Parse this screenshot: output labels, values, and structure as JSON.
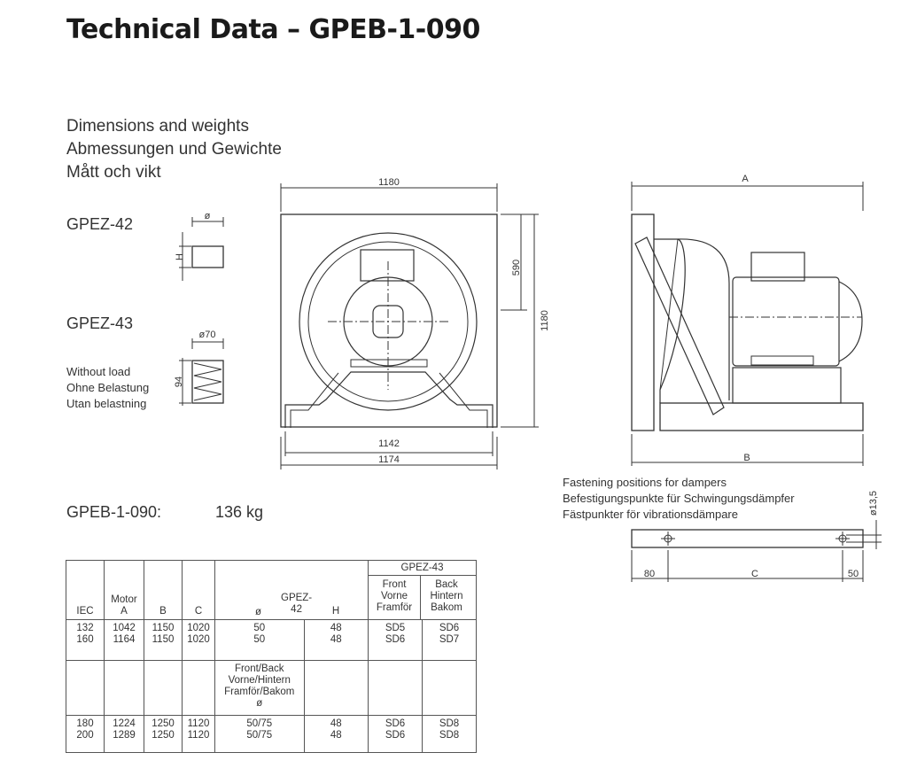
{
  "title": "Technical Data – GPEB-1-090",
  "subtitle": [
    "Dimensions and weights",
    "Abmessungen und Gewichte",
    "Mått och vikt"
  ],
  "gpez42": {
    "label": "GPEZ-42",
    "dia": "ø",
    "h": "H"
  },
  "gpez43": {
    "label": "GPEZ-43",
    "dia": "ø70",
    "h": "94"
  },
  "load_note": [
    "Without load",
    "Ohne Belastung",
    "Utan belastning"
  ],
  "weight": {
    "model": "GPEB-1-090:",
    "value": "136 kg"
  },
  "front_view": {
    "top": "1180",
    "right_upper": "590",
    "right": "1180",
    "bottom_inner": "1142",
    "bottom_outer": "1174"
  },
  "side_view": {
    "top": "A",
    "bottom": "B"
  },
  "fastening": {
    "lines": [
      "Fastening positions for dampers",
      "Befestigungspunkte für Schwingungsdämpfer",
      "Fästpunkter för vibrationsdämpare"
    ],
    "dia": "ø13,5",
    "left": "80",
    "mid": "C",
    "right": "50"
  },
  "table": {
    "h_gpez43": "GPEZ-43",
    "h_front": [
      "Front",
      "Vorne",
      "Framför"
    ],
    "h_back": [
      "Back",
      "Hintern",
      "Bakom"
    ],
    "h_iec": "IEC",
    "h_motor": "Motor",
    "h_a": "A",
    "h_b": "B",
    "h_c": "C",
    "h_gpez42": "GPEZ-42",
    "h_dia": "ø",
    "h_h": "H",
    "group2_head": [
      "Front/Back",
      "Vorne/Hintern",
      "Framför/Bakom",
      "ø"
    ],
    "rows1": [
      {
        "iec": "132",
        "a": "1042",
        "b": "1150",
        "c": "1020",
        "dia": "50",
        "h": "48",
        "front": "SD5",
        "back": "SD6"
      },
      {
        "iec": "160",
        "a": "1164",
        "b": "1150",
        "c": "1020",
        "dia": "50",
        "h": "48",
        "front": "SD6",
        "back": "SD7"
      }
    ],
    "rows2": [
      {
        "iec": "180",
        "a": "1224",
        "b": "1250",
        "c": "1120",
        "dia": "50/75",
        "h": "48",
        "front": "SD6",
        "back": "SD8"
      },
      {
        "iec": "200",
        "a": "1289",
        "b": "1250",
        "c": "1120",
        "dia": "50/75",
        "h": "48",
        "front": "SD6",
        "back": "SD8"
      }
    ]
  }
}
